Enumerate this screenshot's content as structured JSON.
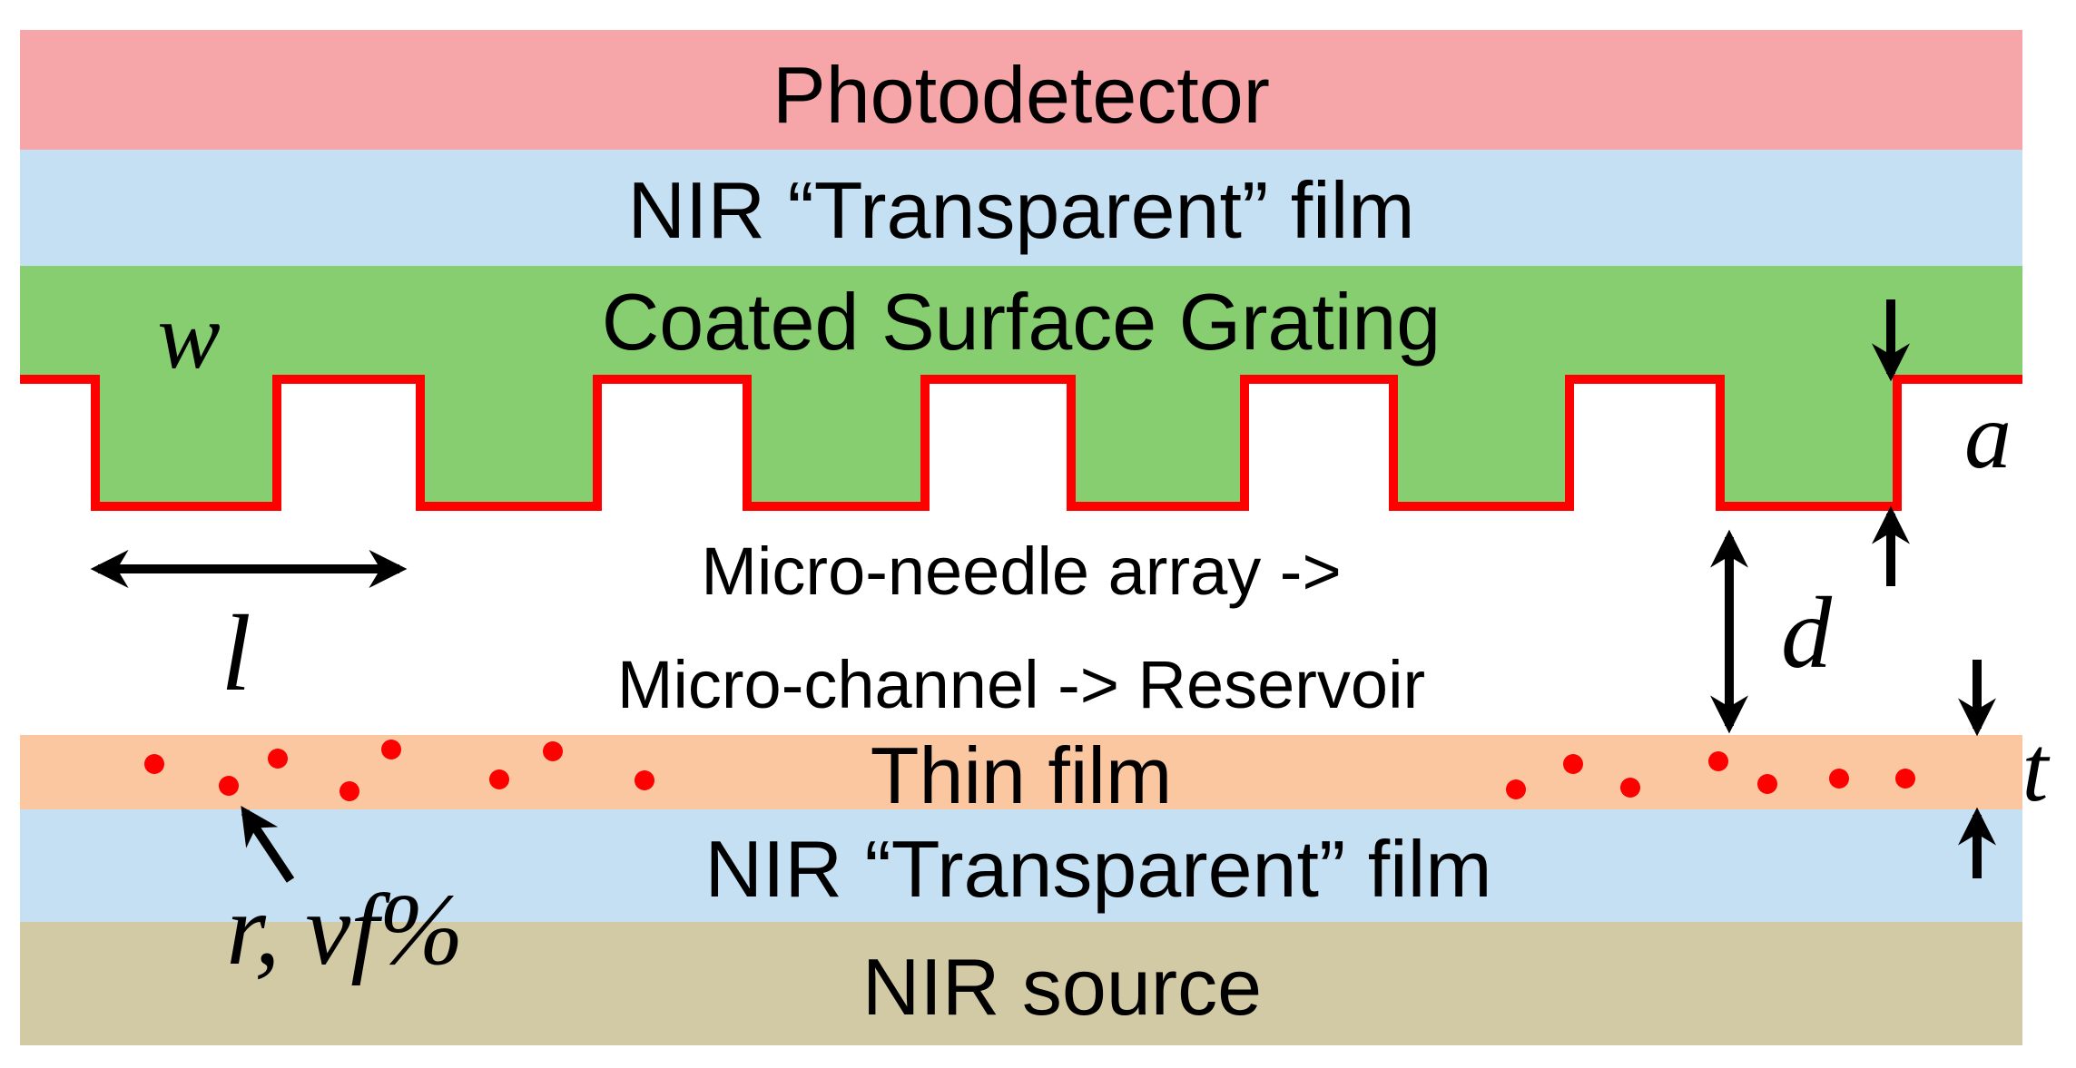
{
  "layers": {
    "photodetector": {
      "label": "Photodetector",
      "color": "#F6A6A8"
    },
    "nir_film_top": {
      "label": "NIR “Transparent” film",
      "color": "#C6E0F3"
    },
    "grating": {
      "label": "Coated Surface Grating",
      "color": "#87CE70"
    },
    "thin_film": {
      "label": "Thin film",
      "color": "#FAC7A0"
    },
    "nir_film_bottom": {
      "label": "NIR “Transparent” film",
      "color": "#C6E0F3"
    },
    "nir_source": {
      "label": "NIR source",
      "color": "#D2C9A5"
    }
  },
  "gap": {
    "line1": "Micro-needle array ->",
    "line2": "Micro-channel -> Reservoir"
  },
  "parameters": {
    "w": "w",
    "a": "a",
    "l": "l",
    "d": "d",
    "t": "t",
    "r_vf": "r, vf%"
  },
  "colors": {
    "grating_outline": "#FF0000",
    "particles": "#FF0000",
    "arrows": "#000000"
  }
}
